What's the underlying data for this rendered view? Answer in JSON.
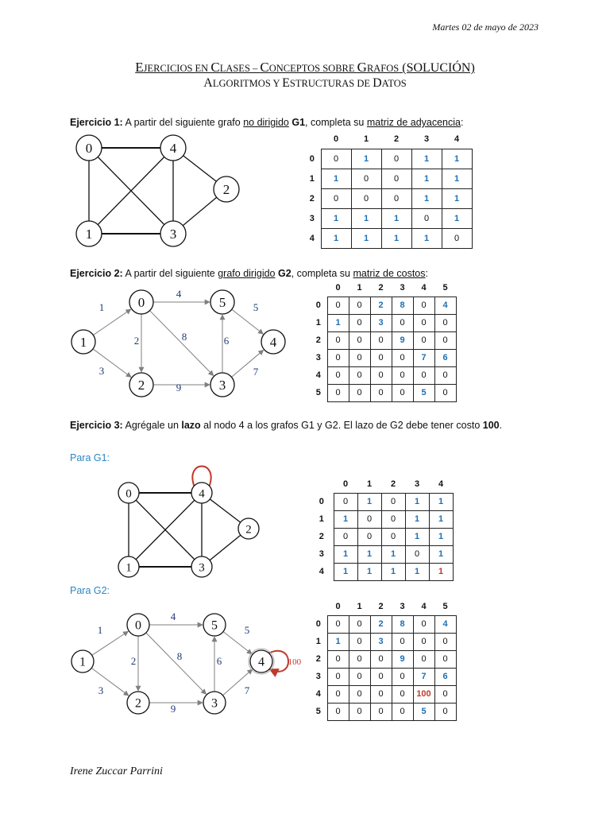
{
  "date": "Martes 02 de mayo de 2023",
  "title": {
    "part1_initial": "E",
    "part1_rest": "JERCICIOS EN ",
    "part2_initial": "C",
    "part2_rest": "LASES – ",
    "part3_initial": "C",
    "part3_rest": "ONCEPTOS SOBRE ",
    "part4_initial": "G",
    "part4_rest": "RAFOS",
    "suffix": " (SOLUCIÓN)"
  },
  "subtitle": {
    "a_initial": "A",
    "a_rest": "LGORITMOS Y ",
    "b_initial": "E",
    "b_rest": "STRUCTURAS DE ",
    "c_initial": "D",
    "c_rest": "ATOS"
  },
  "ex1": {
    "label": "Ejercicio 1:",
    "t1": " A partir del siguiente grafo ",
    "u1": "no dirigido",
    "t2": " ",
    "g": "G1",
    "t3": ", completa su ",
    "u2": "matriz de adyacencia",
    "t4": ":"
  },
  "ex2": {
    "label": "Ejercicio 2:",
    "t1": " A partir del siguiente ",
    "u1": "grafo dirigido",
    "t2": " ",
    "g": "G2",
    "t3": ", completa su ",
    "u2": "matriz de costos",
    "t4": ":"
  },
  "ex3": {
    "label": "Ejercicio 3:",
    "t1": " Agrégale un ",
    "b1": "lazo",
    "t2": " al nodo 4 a los grafos G1 y G2. El lazo de G2 debe tener costo ",
    "b2": "100",
    "t3": "."
  },
  "para_g1": "Para G1:",
  "para_g2": "Para G2:",
  "author": "Irene Zuccar Parrini",
  "colors": {
    "blue": "#1f6fb3",
    "red": "#c0392b",
    "heading_blue": "#2e86c1",
    "arrow": "#7f7f7f",
    "weight_blue": "#1f3a73"
  },
  "matrix1": {
    "headers": [
      "0",
      "1",
      "2",
      "3",
      "4"
    ],
    "rows": [
      {
        "label": "0",
        "cells": [
          "0",
          "1",
          "0",
          "1",
          "1"
        ]
      },
      {
        "label": "1",
        "cells": [
          "1",
          "0",
          "0",
          "1",
          "1"
        ]
      },
      {
        "label": "2",
        "cells": [
          "0",
          "0",
          "0",
          "1",
          "1"
        ]
      },
      {
        "label": "3",
        "cells": [
          "1",
          "1",
          "1",
          "0",
          "1"
        ]
      },
      {
        "label": "4",
        "cells": [
          "1",
          "1",
          "1",
          "1",
          "0"
        ]
      }
    ]
  },
  "matrix2": {
    "headers": [
      "0",
      "1",
      "2",
      "3",
      "4",
      "5"
    ],
    "rows": [
      {
        "label": "0",
        "cells": [
          "0",
          "0",
          "2",
          "8",
          "0",
          "4"
        ]
      },
      {
        "label": "1",
        "cells": [
          "1",
          "0",
          "3",
          "0",
          "0",
          "0"
        ]
      },
      {
        "label": "2",
        "cells": [
          "0",
          "0",
          "0",
          "9",
          "0",
          "0"
        ]
      },
      {
        "label": "3",
        "cells": [
          "0",
          "0",
          "0",
          "0",
          "7",
          "6"
        ]
      },
      {
        "label": "4",
        "cells": [
          "0",
          "0",
          "0",
          "0",
          "0",
          "0"
        ]
      },
      {
        "label": "5",
        "cells": [
          "0",
          "0",
          "0",
          "0",
          "5",
          "0"
        ]
      }
    ]
  },
  "matrix3": {
    "headers": [
      "0",
      "1",
      "2",
      "3",
      "4"
    ],
    "rows": [
      {
        "label": "0",
        "cells": [
          "0",
          "1",
          "0",
          "1",
          "1"
        ]
      },
      {
        "label": "1",
        "cells": [
          "1",
          "0",
          "0",
          "1",
          "1"
        ]
      },
      {
        "label": "2",
        "cells": [
          "0",
          "0",
          "0",
          "1",
          "1"
        ]
      },
      {
        "label": "3",
        "cells": [
          "1",
          "1",
          "1",
          "0",
          "1"
        ]
      },
      {
        "label": "4",
        "cells": [
          "1",
          "1",
          "1",
          "1",
          "1"
        ]
      }
    ]
  },
  "matrix4": {
    "headers": [
      "0",
      "1",
      "2",
      "3",
      "4",
      "5"
    ],
    "rows": [
      {
        "label": "0",
        "cells": [
          "0",
          "0",
          "2",
          "8",
          "0",
          "4"
        ]
      },
      {
        "label": "1",
        "cells": [
          "1",
          "0",
          "3",
          "0",
          "0",
          "0"
        ]
      },
      {
        "label": "2",
        "cells": [
          "0",
          "0",
          "0",
          "9",
          "0",
          "0"
        ]
      },
      {
        "label": "3",
        "cells": [
          "0",
          "0",
          "0",
          "0",
          "7",
          "6"
        ]
      },
      {
        "label": "4",
        "cells": [
          "0",
          "0",
          "0",
          "0",
          "100",
          "0"
        ]
      },
      {
        "label": "5",
        "cells": [
          "0",
          "0",
          "0",
          "0",
          "5",
          "0"
        ]
      }
    ]
  },
  "graph_undirected": {
    "nodes": [
      "0",
      "1",
      "2",
      "3",
      "4"
    ],
    "edges": [
      [
        "0",
        "4"
      ],
      [
        "0",
        "1"
      ],
      [
        "0",
        "3"
      ],
      [
        "4",
        "1"
      ],
      [
        "4",
        "3"
      ],
      [
        "4",
        "2"
      ],
      [
        "1",
        "3"
      ],
      [
        "2",
        "3"
      ]
    ]
  },
  "graph_directed": {
    "nodes": [
      "0",
      "1",
      "2",
      "3",
      "4",
      "5"
    ],
    "edges": [
      {
        "from": "1",
        "to": "0",
        "w": "1"
      },
      {
        "from": "1",
        "to": "2",
        "w": "3"
      },
      {
        "from": "0",
        "to": "5",
        "w": "4"
      },
      {
        "from": "0",
        "to": "2",
        "w": "2"
      },
      {
        "from": "0",
        "to": "3",
        "w": "8"
      },
      {
        "from": "2",
        "to": "3",
        "w": "9"
      },
      {
        "from": "3",
        "to": "5",
        "w": "6"
      },
      {
        "from": "3",
        "to": "4",
        "w": "7"
      },
      {
        "from": "5",
        "to": "4",
        "w": "5"
      }
    ]
  },
  "loop_g2_label": "100"
}
